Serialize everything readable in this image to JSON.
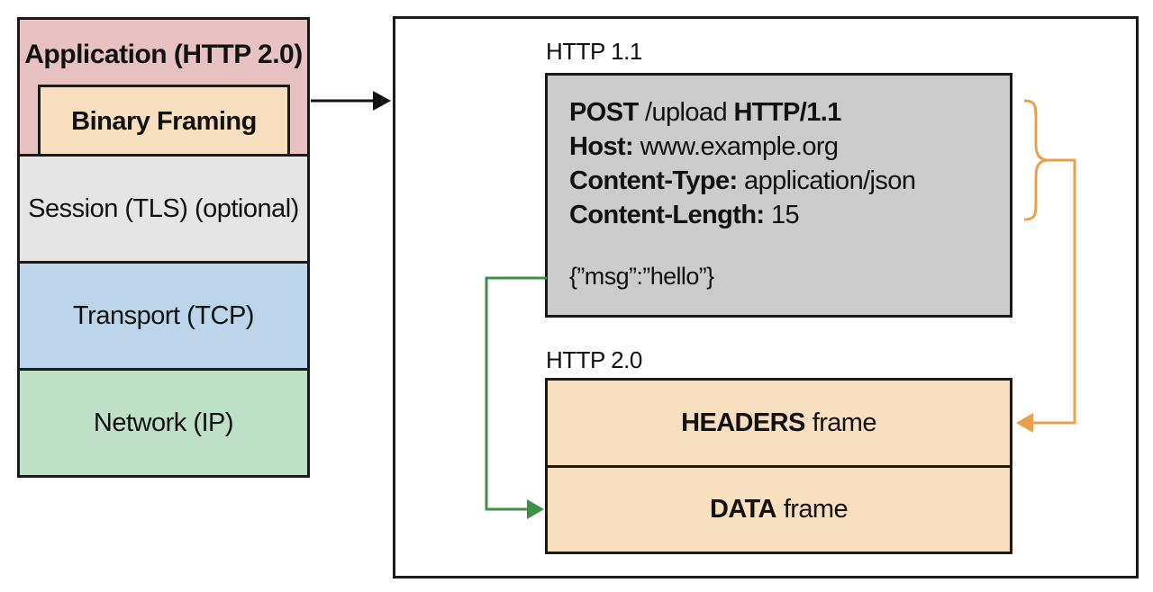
{
  "stack": {
    "application": "Application (HTTP 2.0)",
    "binary_framing": "Binary Framing",
    "session": "Session (TLS) (optional)",
    "transport": "Transport (TCP)",
    "network": "Network (IP)"
  },
  "http11": {
    "label": "HTTP 1.1",
    "request_lines": [
      {
        "key": "POST",
        "value": "/upload",
        "key2": "HTTP/1.1"
      },
      {
        "key": "Host:",
        "value": "www.example.org"
      },
      {
        "key": "Content-Type:",
        "value": "application/json"
      },
      {
        "key": "Content-Length:",
        "value": "15"
      }
    ],
    "body": "{”msg”:”hello”}"
  },
  "http2": {
    "label": "HTTP 2.0",
    "headers_frame": {
      "bold": "HEADERS",
      "rest": "frame"
    },
    "data_frame": {
      "bold": "DATA",
      "rest": "frame"
    }
  },
  "colors": {
    "headers_arrow": "#e8a14a",
    "body_arrow": "#3f8f4a",
    "connector_arrow": "#111111"
  }
}
